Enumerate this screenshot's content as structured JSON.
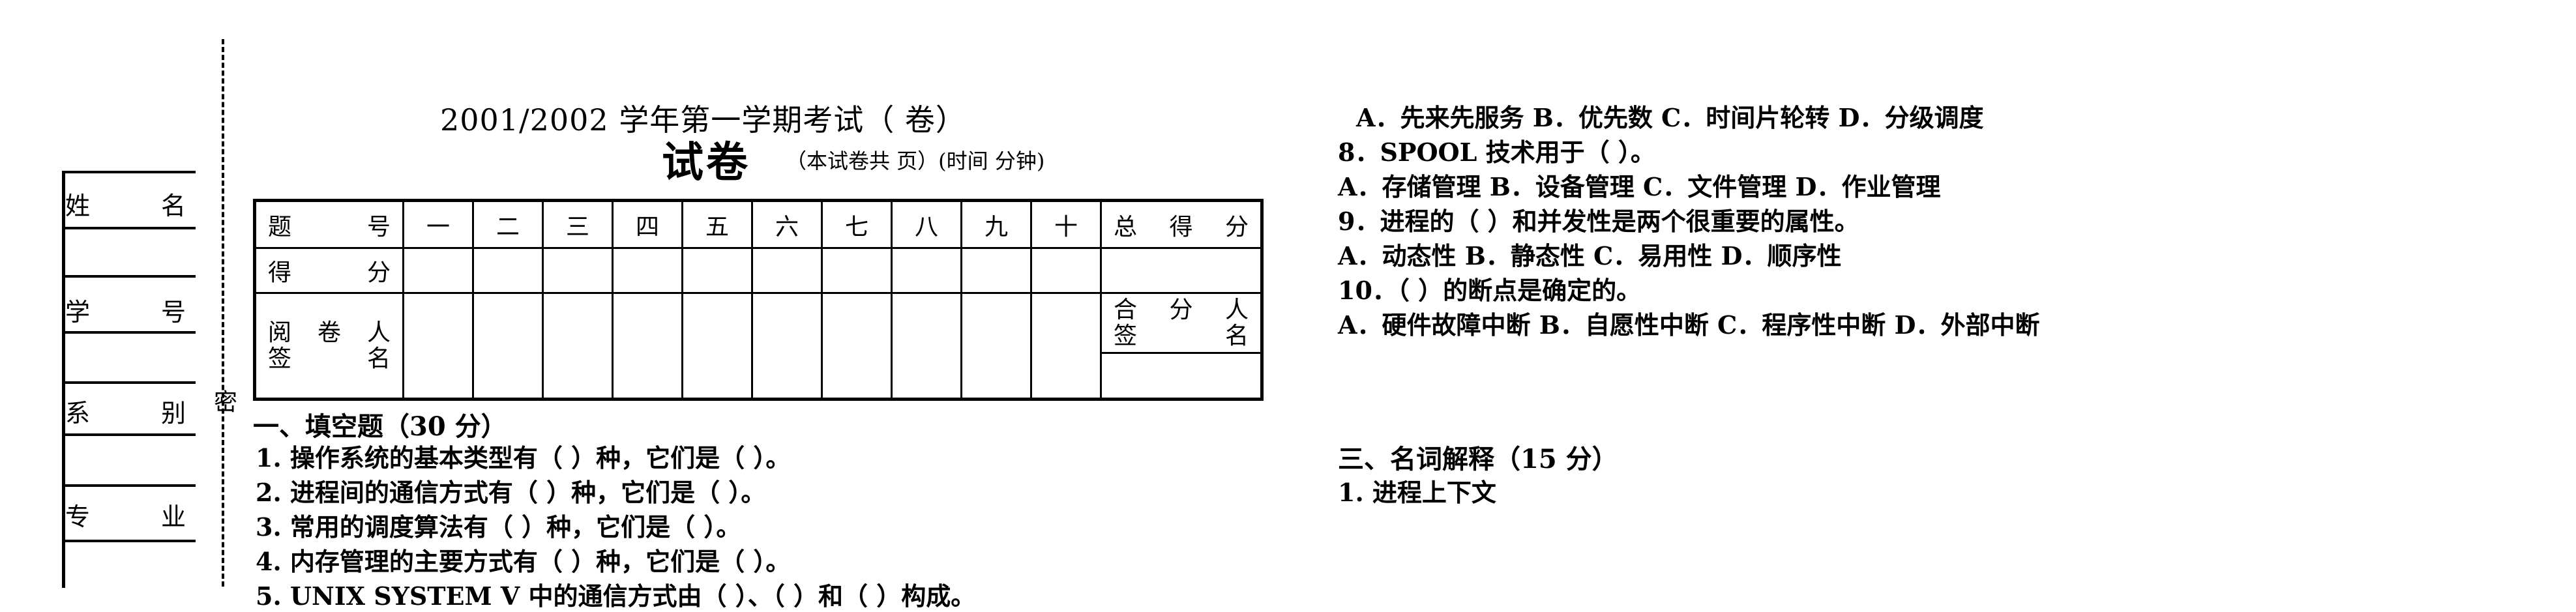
{
  "header": {
    "line1": "2001/2002 学年第一学期考试（ 卷）",
    "title": "试卷",
    "note": "（本试卷共   页）(时间  分钟)"
  },
  "binding_mark": "密",
  "student_info": [
    {
      "chars": [
        "姓",
        "名"
      ]
    },
    {
      "chars": [
        "学",
        "号"
      ]
    },
    {
      "chars": [
        "系",
        "别"
      ]
    },
    {
      "chars": [
        "专",
        "业"
      ]
    }
  ],
  "score_table": {
    "row1_label": "题号",
    "numbers": [
      "一",
      "二",
      "三",
      "四",
      "五",
      "六",
      "七",
      "八",
      "九",
      "十"
    ],
    "total_label": "总得分",
    "row2_label": "得分",
    "grader_label": [
      "阅卷人",
      "签名"
    ],
    "summer_label": [
      "合分人",
      "签名"
    ]
  },
  "left_column": {
    "section_title": "一、填空题（30 分）",
    "questions": [
      "1.  操作系统的基本类型有（    ）种，它们是（    ）。",
      "2.  进程间的通信方式有（    ）种，它们是（      ）。",
      "3.  常用的调度算法有（    ）种，它们是（    ）。",
      "4.  内存管理的主要方式有（    ）种，它们是（      ）。",
      "5.  UNIX SYSTEM V 中的通信方式由（    ）、（    ）和（    ）构成。"
    ]
  },
  "right_column": {
    "lines": [
      "A．先来先服务  B．优先数  C．时间片轮转  D．分级调度",
      "8．SPOOL 技术用于（    ）。",
      "  A．存储管理  B．设备管理  C．文件管理  D．作业管理",
      "9．进程的（    ）和并发性是两个很重要的属性。",
      "  A．动态性  B．静态性  C．易用性  D．顺序性",
      "10．（    ）的断点是确定的。",
      "  A．硬件故障中断 B．自愿性中断  C．程序性中断  D．外部中断"
    ],
    "section3_title": "三、名词解释（15 分）",
    "section3_q1": "1.  进程上下文"
  }
}
